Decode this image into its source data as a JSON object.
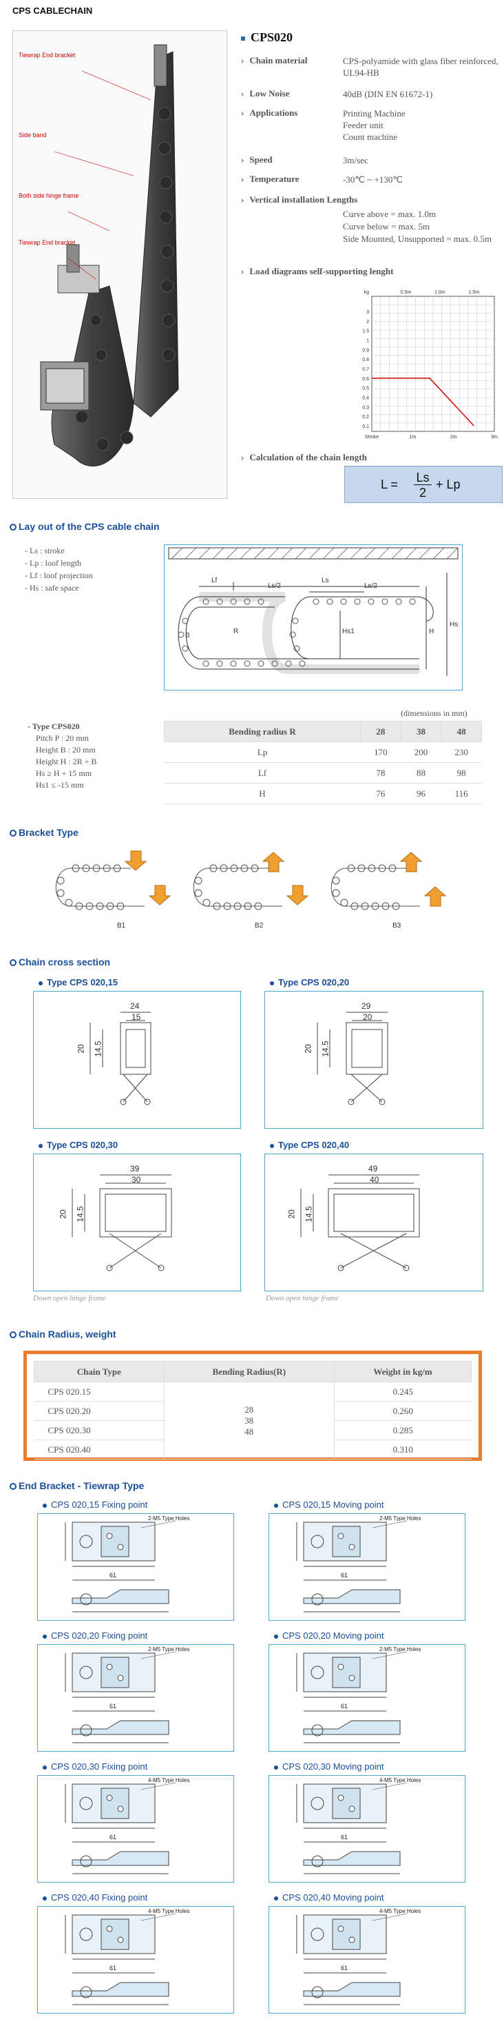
{
  "page": {
    "heading": "CPS CABLECHAIN"
  },
  "photo": {
    "labels": [
      "Tiewrap End bracket",
      "Side band",
      "Both side hinge frame",
      "Tiewrap End bracket"
    ]
  },
  "product": {
    "title": "CPS020",
    "specs": [
      {
        "label": "Chain material",
        "value": "CPS-polyamide with glass fiber reinforced, UL94-HB"
      },
      {
        "label": "Low Noise",
        "value": "40dB (DIN EN 61672-1)"
      },
      {
        "label": "Applications",
        "value": "Printing Machine\nFeeder unit\nCount machine"
      },
      {
        "label": "Speed",
        "value": "3m/sec"
      },
      {
        "label": "Temperature",
        "value": "-30℃ ~ +130℃"
      }
    ],
    "vertical_label": "Vertical installation Lengths",
    "vertical_lines": [
      "Curve above = max. 1.0m",
      "Curve below = max. 5m",
      "Side Mounted, Unsupported = max. 0.5m"
    ],
    "load_label": "Load diagrams self-supporting lenght",
    "calc_label": "Calculation of the chain length",
    "formula": {
      "lhs": "L =",
      "num": "Ls",
      "den": "2",
      "rhs": "+ Lp"
    }
  },
  "chart_data": {
    "type": "line",
    "x_ticks": [
      "0.5m",
      "1.0m",
      "1.5m"
    ],
    "x_bottom": [
      "Stroke",
      "1m",
      "2m",
      "3m"
    ],
    "y_ticks": [
      "3",
      "2",
      "1.5",
      "1",
      "0.9",
      "0.8",
      "0.7",
      "0.6",
      "0.5",
      "0.4",
      "0.3",
      "0.2",
      "0.1"
    ],
    "y_axis_label": "kg",
    "series": [
      {
        "points": [
          [
            0,
            0.6
          ],
          [
            0.85,
            0.6
          ],
          [
            1.5,
            0.1
          ]
        ]
      }
    ]
  },
  "layout_section": {
    "title": "Lay out of the CPS cable chain",
    "bullets": [
      "- Ls : stroke",
      "- Lp : loof length",
      "- Lf : loof projection",
      "- Hs : safe space"
    ],
    "diagram_labels": {
      "lf": "Lf",
      "ls": "Ls",
      "ls2a": "Ls/2",
      "ls2b": "Ls/2",
      "hs1": "Hs1",
      "h": "H",
      "hs": "Hs",
      "r": "R",
      "b": "B"
    }
  },
  "dims": {
    "note": "(dimensions in mm)",
    "type_title": "- Type CPS020",
    "type_lines": [
      "Pitch P : 20 mm",
      "Height B : 20 mm",
      "Height H : 2R + B",
      "Hs ≥ H + 15 mm",
      "Hs1 ≤ -15 mm"
    ],
    "header": [
      "Bending radius R",
      "28",
      "38",
      "48"
    ],
    "rows": [
      [
        "Lp",
        "170",
        "200",
        "230"
      ],
      [
        "Lf",
        "78",
        "88",
        "98"
      ],
      [
        "H",
        "76",
        "96",
        "116"
      ]
    ]
  },
  "bracket_type": {
    "title": "Bracket Type",
    "labels": [
      "B1",
      "B2",
      "B3"
    ]
  },
  "cross_section": {
    "title": "Chain cross section",
    "types": [
      {
        "title": "Type CPS 020,15",
        "outer": "24",
        "inner": "15",
        "h": "20",
        "h2": "14.5"
      },
      {
        "title": "Type CPS 020,20",
        "outer": "29",
        "inner": "20",
        "h": "20",
        "h2": "14.5"
      },
      {
        "title": "Type CPS 020,30",
        "outer": "39",
        "inner": "30",
        "h": "20",
        "h2": "14.5"
      },
      {
        "title": "Type CPS 020,40",
        "outer": "49",
        "inner": "40",
        "h": "20",
        "h2": "14.5"
      }
    ],
    "captions": [
      "Down open hinge frame",
      "Down open hinge frame"
    ]
  },
  "weight": {
    "title": "Chain Radius, weight",
    "header": [
      "Chain Type",
      "Bending Radius(R)",
      "Weight in kg/m"
    ],
    "types": [
      "CPS 020.15",
      "CPS 020.20",
      "CPS 020.30",
      "CPS 020.40"
    ],
    "radii": "28\n38\n48",
    "weights": [
      "0.245",
      "0.260",
      "0.285",
      "0.310"
    ]
  },
  "end_bracket": {
    "title": "End Bracket - Tiewrap Type",
    "panels": [
      "CPS 020,15 Fixing point",
      "CPS 020,15 Moving point",
      "CPS 020,20 Fixing point",
      "CPS 020,20 Moving point",
      "CPS 020,30 Fixing point",
      "CPS 020,30 Moving point",
      "CPS 020,40 Fixing point",
      "CPS 020,40 Moving point"
    ],
    "hole_labels": [
      "2-M5 Type Holes",
      "2-M5 Type Holes",
      "2-M5 Type Holes",
      "2-M5 Type Holes",
      "4-M5 Type Holes",
      "4-M5 Type Holes",
      "4-M5 Type Holes",
      "4-M5 Type Holes"
    ],
    "dim_61": "61"
  }
}
